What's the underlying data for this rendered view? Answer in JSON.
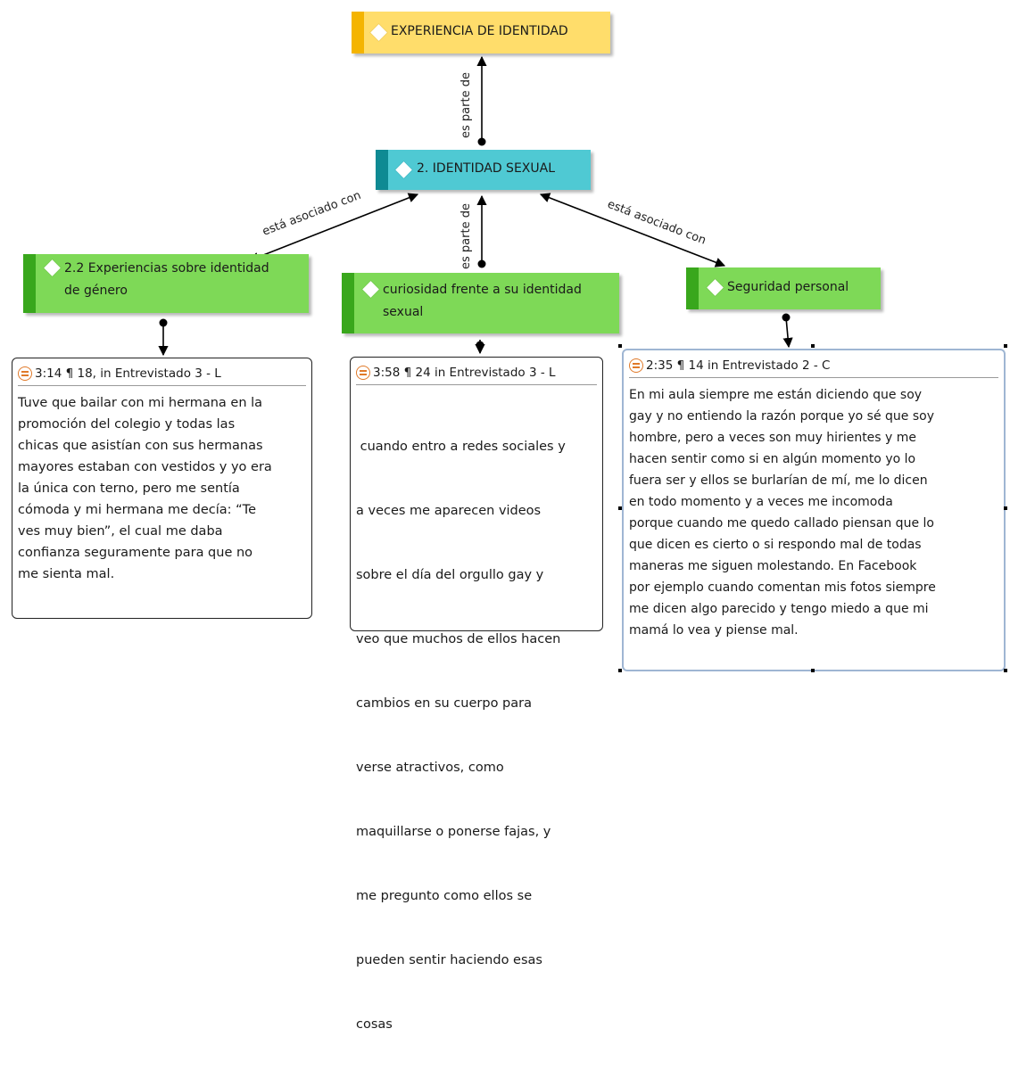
{
  "colors": {
    "yellow_fill": "#FFDD6B",
    "yellow_strip": "#F4B400",
    "teal_fill": "#4FC9D3",
    "teal_strip": "#0E8A93",
    "green_fill": "#7ED957",
    "green_strip": "#39A71C",
    "quote_icon": "#E07A2A",
    "selection_border": "#9FB6D3"
  },
  "nodes": {
    "experiencia": {
      "label": "EXPERIENCIA DE IDENTIDAD",
      "icon": "diamond-icon"
    },
    "identidad_sexual": {
      "label": "2. IDENTIDAD SEXUAL",
      "icon": "diamond-icon"
    },
    "experiencias_genero": {
      "label_line1": "2.2 Experiencias sobre identidad",
      "label_line2": "de género",
      "icon": "diamond-icon"
    },
    "curiosidad": {
      "label_line1": "curiosidad frente a su identidad",
      "label_line2": "sexual",
      "icon": "diamond-icon"
    },
    "seguridad": {
      "label": "Seguridad personal",
      "icon": "diamond-icon"
    }
  },
  "edges": {
    "e1": "es parte de",
    "e2": "es parte de",
    "e3": "está asociado con",
    "e4": "está asociado con"
  },
  "quotes": {
    "q1": {
      "title": "3:14 ¶ 18,  in Entrevistado 3 - L",
      "icon": "quote-icon",
      "lines": [
        "Tuve que bailar con mi hermana en la",
        "promoción del colegio y todas las",
        "chicas que asistían con sus hermanas",
        "mayores estaban con vestidos y yo era",
        "la única con terno, pero me sentía",
        "cómoda y mi hermana me decía: “Te",
        "ves muy bien”, el cual me daba",
        "confianza seguramente para que no",
        "me sienta mal."
      ]
    },
    "q2": {
      "title": "3:58 ¶ 24 in Entrevistado 3 - L",
      "icon": "quote-icon",
      "lines": [
        " cuando entro a redes sociales y",
        "a veces me aparecen videos",
        "sobre el día del orgullo gay y",
        "veo que muchos de ellos hacen",
        "cambios en su cuerpo para",
        "verse atractivos, como",
        "maquillarse o ponerse fajas, y",
        "me pregunto como ellos se",
        "pueden sentir haciendo esas",
        "cosas"
      ]
    },
    "q3": {
      "title": "2:35 ¶ 14 in Entrevistado 2 - C",
      "icon": "quote-icon",
      "lines": [
        "En mi aula siempre me están diciendo que soy",
        "gay y no entiendo la razón porque yo sé que soy",
        "hombre, pero a veces son muy hirientes y me",
        "hacen sentir como si en algún momento yo lo",
        "fuera ser y ellos se burlarían de mí, me lo dicen",
        "en todo momento y a veces me incomoda",
        "porque cuando me quedo callado piensan que lo",
        "que dicen es cierto o si respondo mal de todas",
        "maneras me siguen molestando. En Facebook",
        "por ejemplo cuando comentan mis fotos siempre",
        "me dicen algo parecido y tengo miedo a que mi",
        "mamá lo vea y piense mal."
      ]
    }
  }
}
